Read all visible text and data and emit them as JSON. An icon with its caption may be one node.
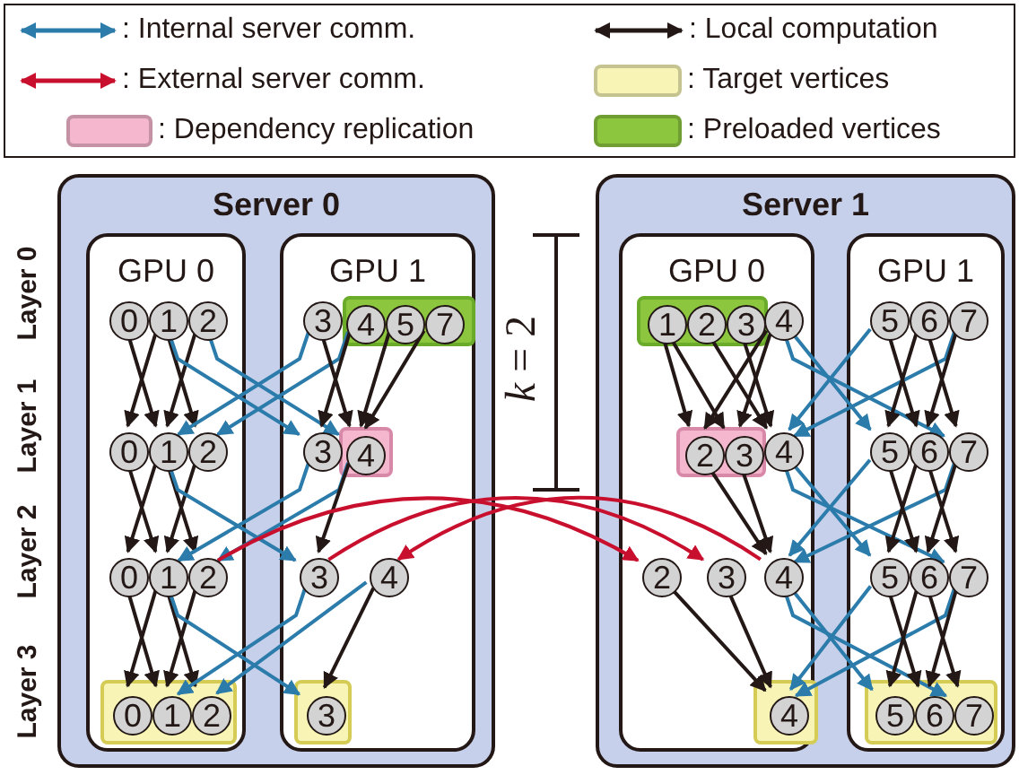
{
  "diagram": {
    "nodes": [
      {
        "text": [
          "Server 0"
        ]
      },
      {
        "text": [
          "GPU 0"
        ],
        "in": 0
      },
      {
        "text": [
          "GPU 1"
        ],
        "in": 0
      },
      {
        "text": [
          "Server 1"
        ]
      },
      {
        "text": [
          "GPU 0"
        ],
        "in": 3
      },
      {
        "text": [
          "GPU 1"
        ],
        "in": 3
      },
      {
        "text": [],
        "shape": "box",
        "in": 2
      },
      {
        "text": [],
        "shape": "box",
        "in": 2
      },
      {
        "text": [],
        "shape": "box",
        "in": 1
      },
      {
        "text": [],
        "shape": "box",
        "in": 2
      },
      {
        "text": [],
        "shape": "box",
        "in": 4
      },
      {
        "text": [],
        "shape": "box",
        "in": 4
      },
      {
        "text": [],
        "shape": "box",
        "in": 4
      },
      {
        "text": [],
        "shape": "box",
        "in": 5
      },
      {
        "text": [
          "0"
        ],
        "in": 1
      },
      {
        "text": [
          "1"
        ],
        "in": 1
      },
      {
        "text": [
          "2"
        ],
        "in": 1
      },
      {
        "text": [
          "0"
        ],
        "in": 1
      },
      {
        "text": [
          "1"
        ],
        "in": 1
      },
      {
        "text": [
          "2"
        ],
        "in": 1
      },
      {
        "text": [
          "0"
        ],
        "in": 1
      },
      {
        "text": [
          "1"
        ],
        "in": 1
      },
      {
        "text": [
          "2"
        ],
        "in": 1
      },
      {
        "text": [
          "0"
        ],
        "in": 8
      },
      {
        "text": [
          "1"
        ],
        "in": 8
      },
      {
        "text": [
          "2"
        ],
        "in": 8
      },
      {
        "text": [
          "3"
        ],
        "in": 2
      },
      {
        "text": [
          "4"
        ],
        "in": 6
      },
      {
        "text": [
          "5"
        ],
        "in": 6
      },
      {
        "text": [
          "7"
        ],
        "in": 6
      },
      {
        "text": [
          "3"
        ],
        "in": 2
      },
      {
        "text": [
          "4"
        ],
        "in": 7
      },
      {
        "text": [
          "3"
        ],
        "in": 2
      },
      {
        "text": [
          "4"
        ],
        "in": 2
      },
      {
        "text": [
          "3"
        ],
        "in": 9
      },
      {
        "text": [
          "1"
        ],
        "in": 10
      },
      {
        "text": [
          "2"
        ],
        "in": 10
      },
      {
        "text": [
          "3"
        ],
        "in": 10
      },
      {
        "text": [
          "4"
        ],
        "in": 4
      },
      {
        "text": [
          "2"
        ],
        "in": 11
      },
      {
        "text": [
          "3"
        ],
        "in": 11
      },
      {
        "text": [
          "4"
        ],
        "in": 4
      },
      {
        "text": [
          "2"
        ],
        "in": 4
      },
      {
        "text": [
          "3"
        ],
        "in": 4
      },
      {
        "text": [
          "4"
        ],
        "in": 4
      },
      {
        "text": [
          "4"
        ],
        "in": 12
      },
      {
        "text": [
          "5"
        ],
        "in": 5
      },
      {
        "text": [
          "6"
        ],
        "in": 5
      },
      {
        "text": [
          "7"
        ],
        "in": 5
      },
      {
        "text": [
          "5"
        ],
        "in": 5
      },
      {
        "text": [
          "6"
        ],
        "in": 5
      },
      {
        "text": [
          "7"
        ],
        "in": 5
      },
      {
        "text": [
          "5"
        ],
        "in": 5
      },
      {
        "text": [
          "6"
        ],
        "in": 5
      },
      {
        "text": [
          "7"
        ],
        "in": 5
      },
      {
        "text": [
          "5"
        ],
        "in": 13
      },
      {
        "text": [
          "6"
        ],
        "in": 13
      },
      {
        "text": [
          "7"
        ],
        "in": 13
      }
    ],
    "edges": [
      {
        "from": 14,
        "to": 18,
        "arrow": "to"
      },
      {
        "from": 15,
        "to": 17,
        "arrow": "to"
      },
      {
        "from": 15,
        "to": 19,
        "arrow": "to"
      },
      {
        "from": 16,
        "to": 18,
        "arrow": "to"
      },
      {
        "from": 17,
        "to": 21,
        "arrow": "to"
      },
      {
        "from": 18,
        "to": 20,
        "arrow": "to"
      },
      {
        "from": 18,
        "to": 22,
        "arrow": "to"
      },
      {
        "from": 19,
        "to": 21,
        "arrow": "to"
      },
      {
        "from": 20,
        "to": 24,
        "arrow": "to"
      },
      {
        "from": 21,
        "to": 23,
        "arrow": "to"
      },
      {
        "from": 21,
        "to": 25,
        "arrow": "to"
      },
      {
        "from": 22,
        "to": 24,
        "arrow": "to"
      },
      {
        "from": 15,
        "to": 30,
        "arrow": "to",
        "color": "#2b7bab"
      },
      {
        "from": 16,
        "to": 31,
        "arrow": "to",
        "color": "#2b7bab"
      },
      {
        "from": 26,
        "to": 18,
        "arrow": "to",
        "color": "#2b7bab"
      },
      {
        "from": 27,
        "to": 19,
        "arrow": "to",
        "color": "#2b7bab"
      },
      {
        "from": 26,
        "to": 31,
        "arrow": "to"
      },
      {
        "from": 27,
        "to": 30,
        "arrow": "to"
      },
      {
        "from": 28,
        "to": 31,
        "arrow": "to"
      },
      {
        "from": 29,
        "to": 31,
        "arrow": "to"
      },
      {
        "from": 18,
        "to": 32,
        "arrow": "to",
        "color": "#2b7bab"
      },
      {
        "from": 30,
        "to": 21,
        "arrow": "to",
        "color": "#2b7bab"
      },
      {
        "from": 31,
        "to": 22,
        "arrow": "to",
        "color": "#2b7bab"
      },
      {
        "from": 31,
        "to": 32,
        "arrow": "to"
      },
      {
        "from": 21,
        "to": 34,
        "arrow": "to",
        "color": "#2b7bab"
      },
      {
        "from": 32,
        "to": 24,
        "arrow": "to",
        "color": "#2b7bab"
      },
      {
        "from": 33,
        "to": 25,
        "arrow": "to",
        "color": "#2b7bab"
      },
      {
        "from": 33,
        "to": 34,
        "arrow": "to"
      },
      {
        "from": 22,
        "to": 42,
        "arrow": "to",
        "color": "#c8102e"
      },
      {
        "from": 32,
        "to": 43,
        "arrow": "to",
        "color": "#c8102e"
      },
      {
        "from": 44,
        "to": 33,
        "arrow": "to",
        "color": "#c8102e"
      },
      {
        "from": 35,
        "to": 39,
        "arrow": "to"
      },
      {
        "from": 35,
        "to": 40,
        "arrow": "to"
      },
      {
        "from": 36,
        "to": 41,
        "arrow": "to"
      },
      {
        "from": 37,
        "to": 41,
        "arrow": "to"
      },
      {
        "from": 38,
        "to": 39,
        "arrow": "to"
      },
      {
        "from": 38,
        "to": 40,
        "arrow": "to"
      },
      {
        "from": 38,
        "to": 49,
        "arrow": "to",
        "color": "#2b7bab"
      },
      {
        "from": 38,
        "to": 51,
        "arrow": "to",
        "color": "#2b7bab"
      },
      {
        "from": 46,
        "to": 41,
        "arrow": "to",
        "color": "#2b7bab"
      },
      {
        "from": 48,
        "to": 41,
        "arrow": "to",
        "color": "#2b7bab"
      },
      {
        "from": 46,
        "to": 50,
        "arrow": "to"
      },
      {
        "from": 47,
        "to": 49,
        "arrow": "to"
      },
      {
        "from": 47,
        "to": 51,
        "arrow": "to"
      },
      {
        "from": 48,
        "to": 50,
        "arrow": "to"
      },
      {
        "from": 39,
        "to": 44,
        "arrow": "to"
      },
      {
        "from": 40,
        "to": 44,
        "arrow": "to"
      },
      {
        "from": 41,
        "to": 52,
        "arrow": "to",
        "color": "#2b7bab"
      },
      {
        "from": 41,
        "to": 54,
        "arrow": "to",
        "color": "#2b7bab"
      },
      {
        "from": 49,
        "to": 44,
        "arrow": "to",
        "color": "#2b7bab"
      },
      {
        "from": 51,
        "to": 44,
        "arrow": "to",
        "color": "#2b7bab"
      },
      {
        "from": 49,
        "to": 53,
        "arrow": "to"
      },
      {
        "from": 50,
        "to": 52,
        "arrow": "to"
      },
      {
        "from": 50,
        "to": 54,
        "arrow": "to"
      },
      {
        "from": 51,
        "to": 53,
        "arrow": "to"
      },
      {
        "from": 42,
        "to": 45,
        "arrow": "to"
      },
      {
        "from": 43,
        "to": 45,
        "arrow": "to"
      },
      {
        "from": 44,
        "to": 55,
        "arrow": "to",
        "color": "#2b7bab"
      },
      {
        "from": 44,
        "to": 57,
        "arrow": "to",
        "color": "#2b7bab"
      },
      {
        "from": 52,
        "to": 45,
        "arrow": "to",
        "color": "#2b7bab"
      },
      {
        "from": 54,
        "to": 45,
        "arrow": "to",
        "color": "#2b7bab"
      },
      {
        "from": 52,
        "to": 56,
        "arrow": "to"
      },
      {
        "from": 53,
        "to": 55,
        "arrow": "to"
      },
      {
        "from": 53,
        "to": 57,
        "arrow": "to"
      },
      {
        "from": 54,
        "to": 56,
        "arrow": "to"
      }
    ],
    "labels": [
      "Layer 0",
      "*k* = 2",
      "Layer 1",
      "Layer 2",
      "Layer 3"
    ],
    "legend": [
      {
        "text": ": Internal server comm."
      },
      {
        "text": ": Local computation"
      },
      {
        "text": ": External server comm."
      },
      {
        "text": ": Target vertices",
        "color": "#f7f4b5"
      },
      {
        "text": ": Dependency replication",
        "color": "#f5b7cd"
      },
      {
        "text": ": Preloaded vertices",
        "color": "#8cc63f"
      }
    ]
  }
}
